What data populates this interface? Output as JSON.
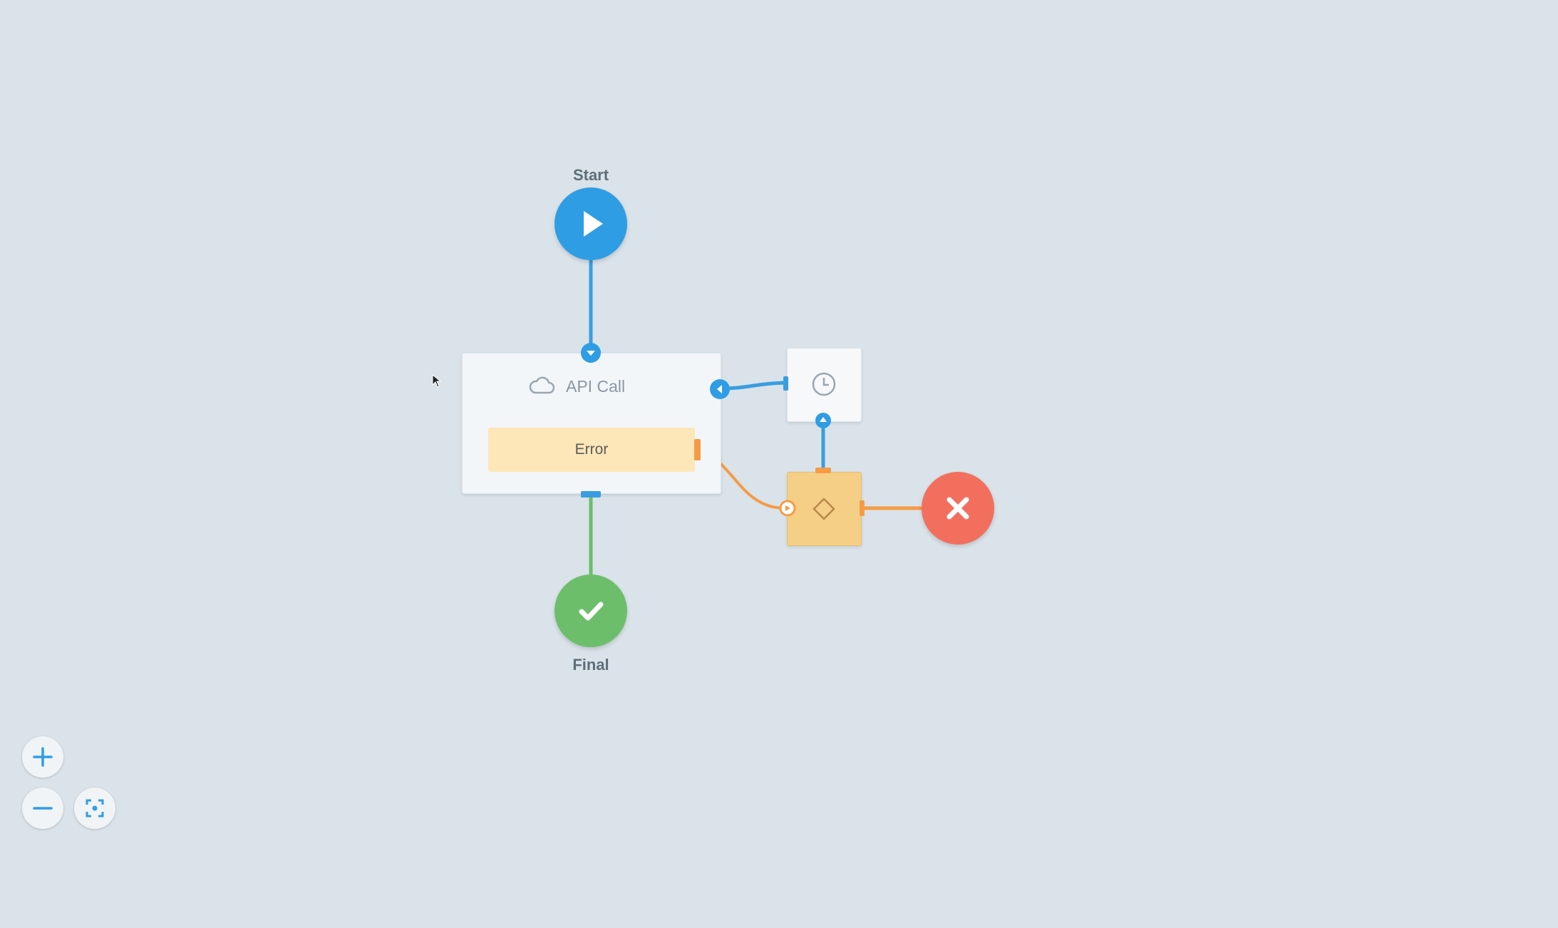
{
  "nodes": {
    "start_label": "Start",
    "final_label": "Final",
    "api_call_title": "API Call",
    "error_label": "Error"
  },
  "icons": {
    "start": "play-icon",
    "final": "checkmark-icon",
    "api": "cloud-icon",
    "timer": "clock-icon",
    "condition": "diamond-icon",
    "fail": "close-icon",
    "zoom_in": "plus-icon",
    "zoom_out": "minus-icon",
    "fit": "fit-to-screen-icon",
    "cursor": "cursor-icon"
  },
  "colors": {
    "background": "#d9e3e9",
    "start": "#2f9de4",
    "success": "#6dbe6b",
    "fail": "#f26f5e",
    "error_fill": "#fde6b8",
    "condition_fill": "#f5cf86",
    "error_edge": "#f59b45",
    "flow_edge": "#3a9de0"
  }
}
